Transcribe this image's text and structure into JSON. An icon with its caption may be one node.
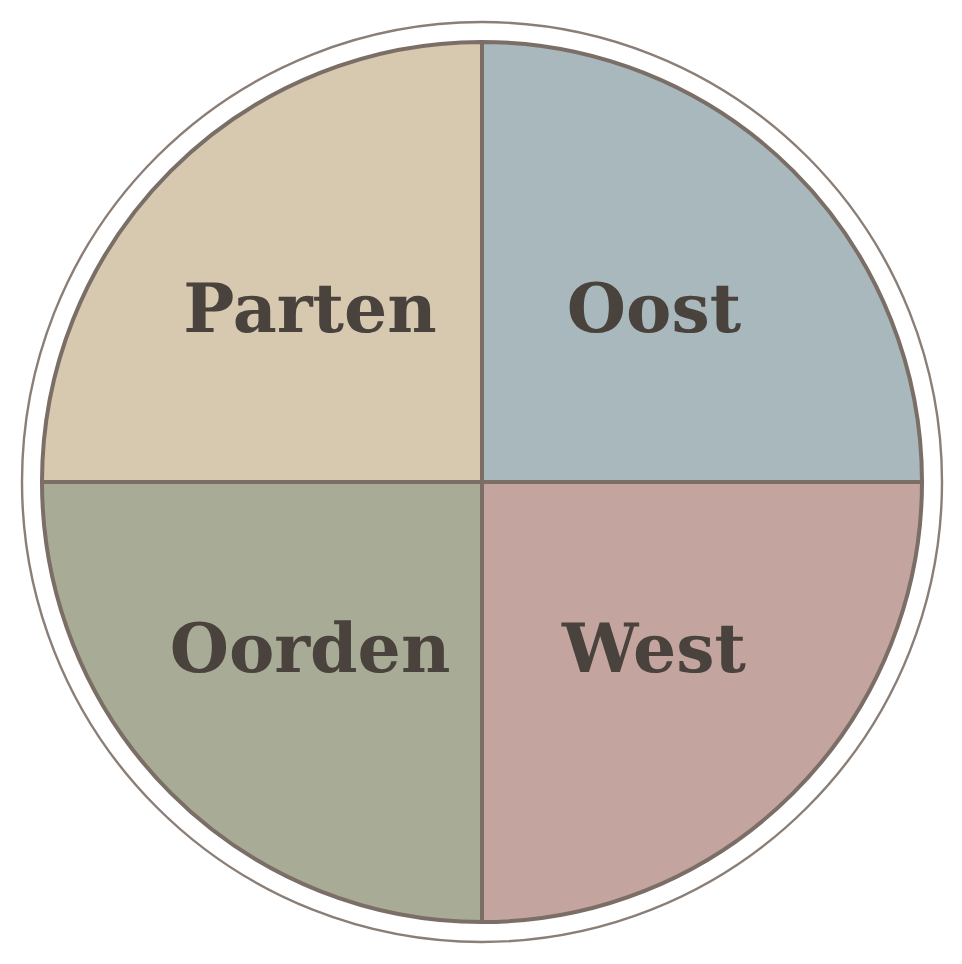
{
  "diagram": {
    "nodes": [
      {
        "text": [
          "Parten"
        ]
      },
      {
        "text": [
          "Oost"
        ]
      },
      {
        "text": [
          "Oorden"
        ]
      },
      {
        "text": [
          "West"
        ]
      }
    ],
    "edges": []
  }
}
